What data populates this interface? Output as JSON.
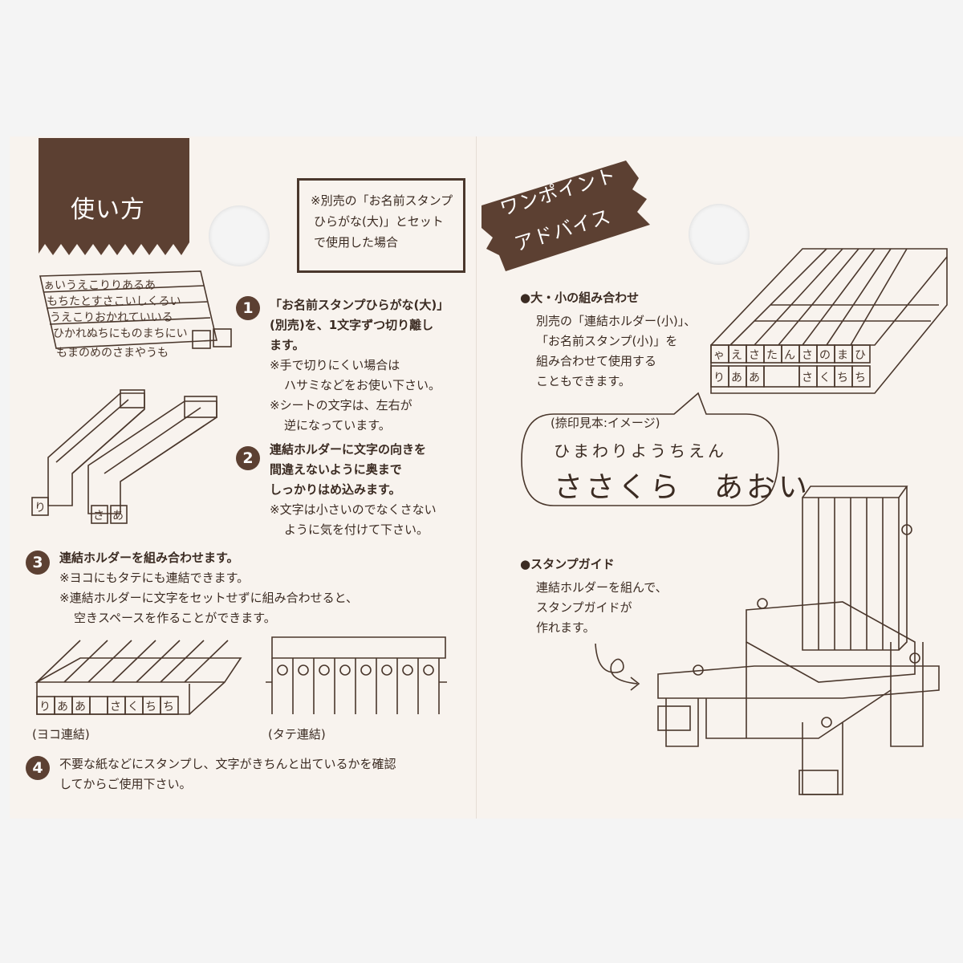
{
  "left": {
    "banner": "使い方",
    "note": [
      "※別売の「お名前スタンプ",
      "ひらがな(大)」とセット",
      "で使用した場合"
    ],
    "step1": {
      "num": "1",
      "lines": [
        "「お名前スタンプひらがな(大)」",
        "(別売)を、1文字ずつ切り離し",
        "ます。"
      ],
      "notes": [
        "※手で切りにくい場合は",
        "ハサミなどをお使い下さい。",
        "※シートの文字は、左右が",
        "逆になっています。"
      ]
    },
    "step2": {
      "num": "2",
      "lines": [
        "連結ホルダーに文字の向きを",
        "間違えないように奥まで",
        "しっかりはめ込みます。"
      ],
      "notes": [
        "※文字は小さいのでなくさない",
        "ように気を付けて下さい。"
      ]
    },
    "step3": {
      "num": "3",
      "line": "連結ホルダーを組み合わせます。",
      "notes": [
        "※ヨコにもタテにも連結できます。",
        "※連結ホルダーに文字をセットせずに組み合わせると、",
        "空きスペースを作ることができます。"
      ]
    },
    "caption_yoko": "(ヨコ連結)",
    "caption_tate": "(タテ連結)",
    "step4": {
      "num": "4",
      "lines": [
        "不要な紙などにスタンプし、文字がきちんと出ているかを確認",
        "してからご使用下さい。"
      ]
    }
  },
  "right": {
    "banner": [
      "ワンポイント",
      "アドバイス"
    ],
    "section1": {
      "heading": "●大・小の組み合わせ",
      "lines": [
        "別売の「連結ホルダー(小)」、",
        "「お名前スタンプ(小)」を",
        "組み合わせて使用する",
        "こともできます。"
      ]
    },
    "bubble": {
      "label": "(捺印見本:イメージ)",
      "line1": "ひまわりようちえん",
      "line2": "ささくら　あおい"
    },
    "section2": {
      "heading": "●スタンプガイド",
      "lines": [
        "連結ホルダーを組んで、",
        "スタンプガイドが",
        "作れます。"
      ]
    }
  }
}
